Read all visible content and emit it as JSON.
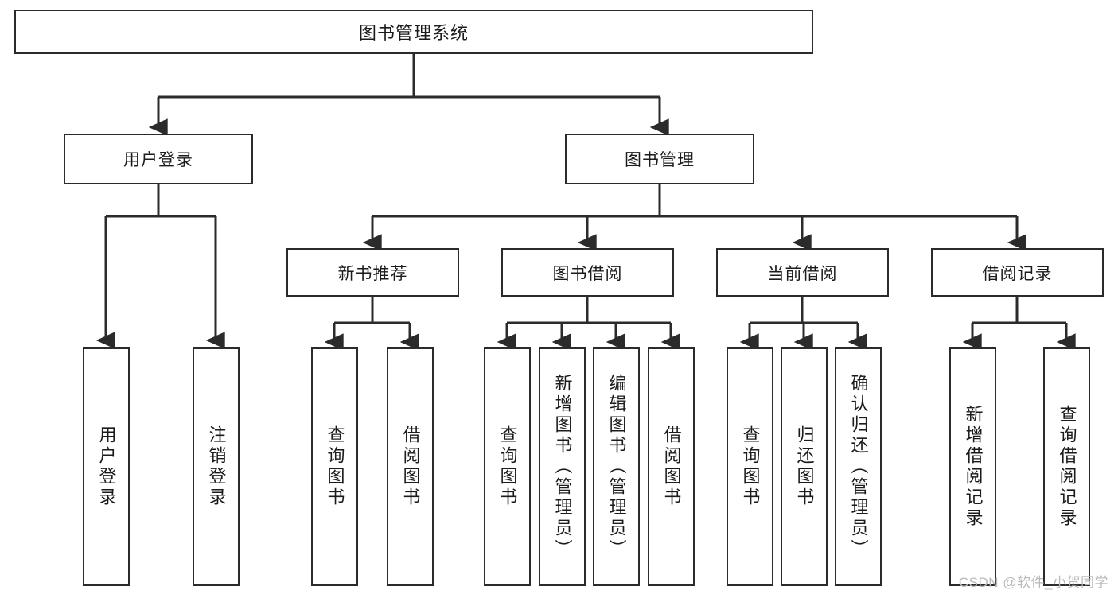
{
  "diagram": {
    "type": "tree",
    "title": "图书管理系统",
    "watermark": "CSDN @软件_小贺同学",
    "colors": {
      "box_border": "#2b2b2b",
      "box_fill": "#ffffff",
      "line": "#2b2b2b",
      "text": "#1b1b1b",
      "watermark": "#b9b9b9",
      "background": "#ffffff"
    },
    "root": {
      "label": "图书管理系统"
    },
    "level2": [
      {
        "label": "用户登录"
      },
      {
        "label": "图书管理"
      }
    ],
    "level3": [
      {
        "label": "新书推荐"
      },
      {
        "label": "图书借阅"
      },
      {
        "label": "当前借阅"
      },
      {
        "label": "借阅记录"
      }
    ],
    "leaves": {
      "user_login": [
        {
          "label": "用户登录"
        },
        {
          "label": "注销登录"
        }
      ],
      "new_books": [
        {
          "label": "查询图书"
        },
        {
          "label": "借阅图书"
        }
      ],
      "book_borrow": [
        {
          "label": "查询图书"
        },
        {
          "label": "新增图书（管理员）"
        },
        {
          "label": "编辑图书（管理员）"
        },
        {
          "label": "借阅图书"
        }
      ],
      "current_borrow": [
        {
          "label": "查询图书"
        },
        {
          "label": "归还图书"
        },
        {
          "label": "确认归还（管理员）"
        }
      ],
      "borrow_records": [
        {
          "label": "新增借阅记录"
        },
        {
          "label": "查询借阅记录"
        }
      ]
    }
  }
}
